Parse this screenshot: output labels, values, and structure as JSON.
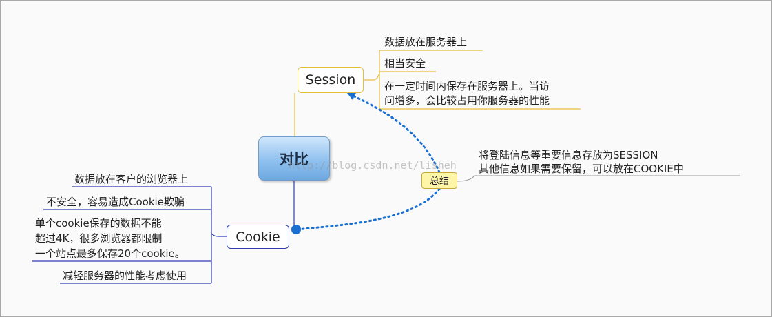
{
  "center": {
    "label": "对比"
  },
  "session": {
    "label": "Session",
    "items": [
      "数据放在服务器上",
      "相当安全",
      "在一定时间内保存在服务器上。当访",
      "问增多，会比较占用你服务器的性能"
    ]
  },
  "cookie": {
    "label": "Cookie",
    "items": [
      "数据放在客户的浏览器上",
      "不安全，容易造成Cookie欺骗",
      "单个cookie保存的数据不能",
      "超过4K，很多浏览器都限制",
      "一个站点最多保存20个cookie。",
      "减轻服务器的性能考虑使用"
    ]
  },
  "summary": {
    "label": "总结",
    "note_line1": "将登陆信息等重要信息存放为SESSION",
    "note_line2": "其他信息如果需要保留，可以放在COOKIE中"
  },
  "watermark": "http://blog.csdn.net/lisheh",
  "colors": {
    "session_line": "#e6be3c",
    "cookie_line": "#2e3cb0",
    "dotted": "#1a6fd0"
  }
}
